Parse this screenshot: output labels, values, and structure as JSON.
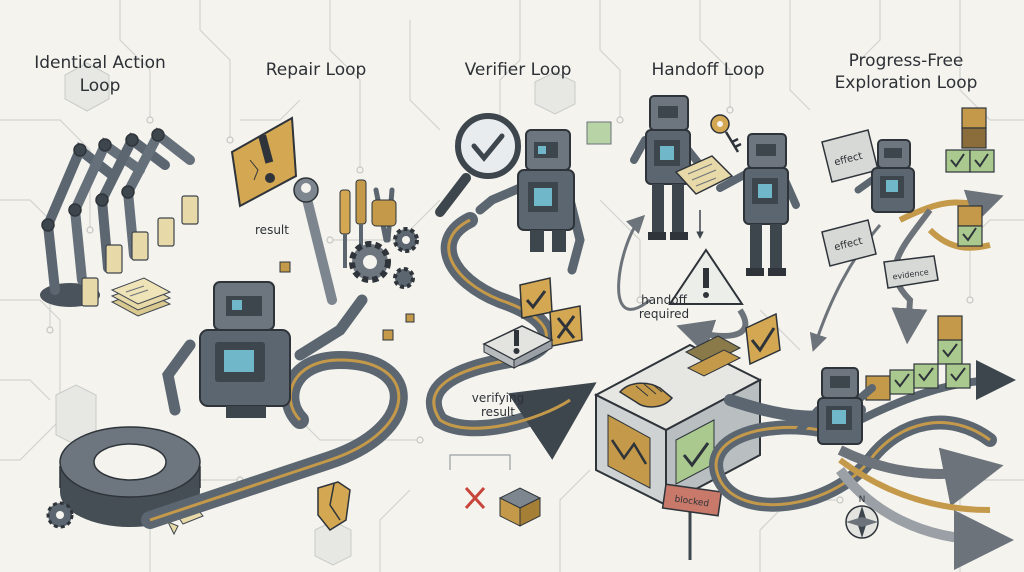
{
  "headings": {
    "identical": [
      "Identical Action",
      "Loop"
    ],
    "repair": "Repair Loop",
    "verifier": "Verifier Loop",
    "handoff": "Handoff Loop",
    "exploration": [
      "Progress-Free",
      "Exploration Loop"
    ]
  },
  "labels": {
    "result": "result",
    "verifying": [
      "verifying",
      "result"
    ],
    "handoff_required": [
      "handoff",
      "required"
    ],
    "effect_1": "effect",
    "effect_2": "effect",
    "evidence": "evidence",
    "blocked": "blocked",
    "compass_n": "N"
  },
  "colors": {
    "background": "#f4f3ee",
    "robot": "#5b6670",
    "robot_dark": "#3d454d",
    "screen": "#6fb7c9",
    "path_gray": "#6d737a",
    "path_gold": "#c49a4a",
    "check_green": "#a9c98f",
    "warning_gold": "#d4a853",
    "cross_red": "#c7453b",
    "blocked_sign": "#c9796a"
  },
  "icons": [
    "robot-arm-icon",
    "robot-icon",
    "warning-icon",
    "wrench-icon",
    "screwdriver-icon",
    "gear-icon",
    "magnifier-icon",
    "checkmark-icon",
    "cross-icon",
    "key-icon",
    "handshake-icon",
    "document-icon",
    "checkbox-icon",
    "compass-icon",
    "shield-icon"
  ]
}
